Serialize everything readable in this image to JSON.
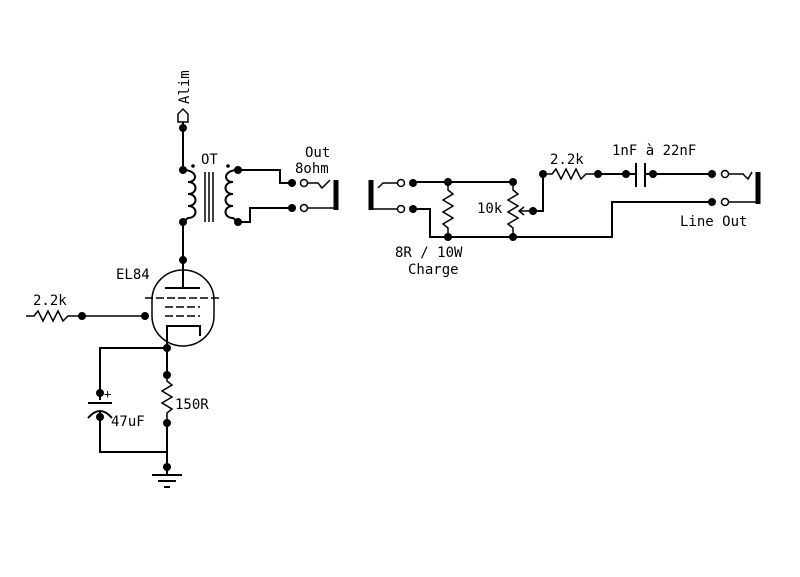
{
  "labels": {
    "supply": "Alim",
    "transformer": "OT",
    "output": "Out",
    "output_impedance": "8ohm",
    "tube": "EL84",
    "grid_resistor": "2.2k",
    "cathode_resistor": "150R",
    "cathode_cap": "47uF",
    "cap_polarity": "+",
    "series_resistor": "2.2k",
    "coupling_cap": "1nF à 22nF",
    "pot": "10k",
    "load_value": "8R / 10W",
    "load_name": "Charge",
    "line_out": "Line Out"
  },
  "colors": {
    "ink": "#000000",
    "background": "#ffffff"
  }
}
